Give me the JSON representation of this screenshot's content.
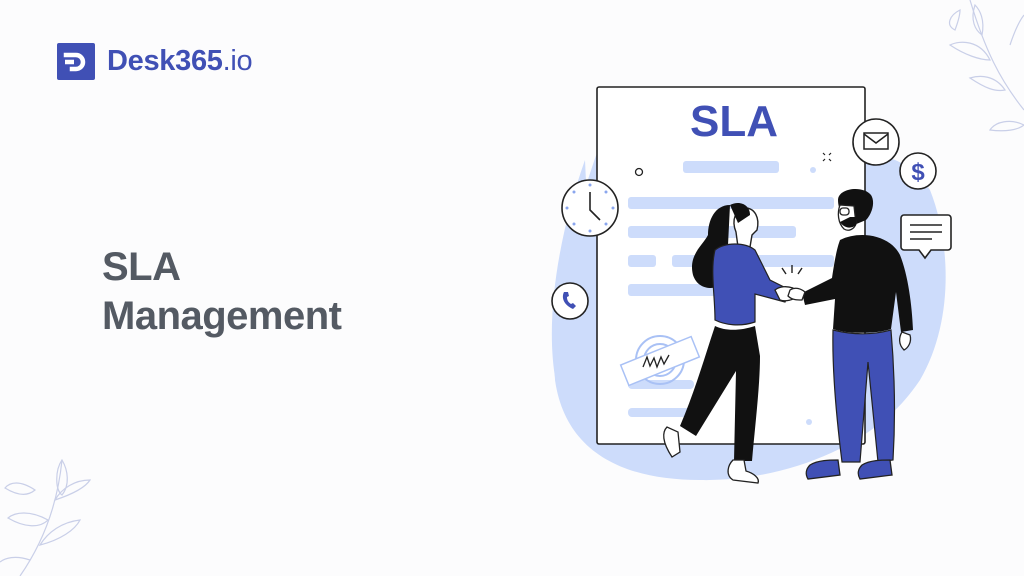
{
  "brand": {
    "name": "Desk365",
    "tld": ".io",
    "color": "#4050b5"
  },
  "hero": {
    "title_line1": "SLA",
    "title_line2": "Management",
    "text_color": "#545a63"
  },
  "illustration": {
    "document_title": "SLA",
    "icons": [
      "clock-icon",
      "phone-icon",
      "mail-icon",
      "dollar-icon",
      "chat-bubble-icon",
      "signature-stamp-icon"
    ],
    "dollar_symbol": "$",
    "accent_color": "#4050b5",
    "blob_color": "#cddcfb"
  }
}
